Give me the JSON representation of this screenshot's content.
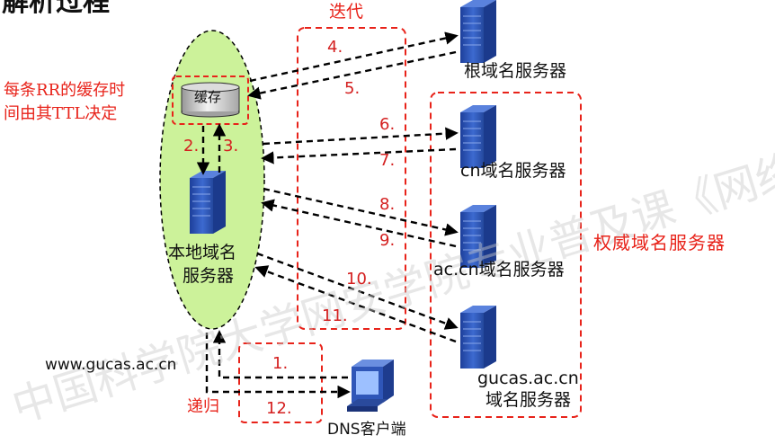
{
  "title_fragment": "解析过程",
  "watermark": "中国科学院大学网安学院专业普及课《网络协议安全》",
  "labels": {
    "iterative": "迭代",
    "recursive": "递归",
    "cache_note_line1": "每条RR的缓存时",
    "cache_note_line2": "间由其TTL决定",
    "cache": "缓存",
    "local_server_line1": "本地域名",
    "local_server_line2": "服务器",
    "root_server": "根域名服务器",
    "cn_server": "cn域名服务器",
    "accn_server": "ac.cn域名服务器",
    "gucas_server_line1": "gucas.ac.cn",
    "gucas_server_line2": "域名服务器",
    "authoritative": "权威域名服务器",
    "client": "DNS客户端",
    "query_name": "www.gucas.ac.cn"
  },
  "steps": {
    "s1": "1.",
    "s2": "2.",
    "s3": "3.",
    "s4": "4.",
    "s5": "5.",
    "s6": "6.",
    "s7": "7.",
    "s8": "8.",
    "s9": "9.",
    "s10": "10.",
    "s11": "11.",
    "s12": "12."
  },
  "colors": {
    "accent_red": "#e8231a",
    "local_zone": "#ccf29a",
    "server_blue": "#2f56b8"
  }
}
